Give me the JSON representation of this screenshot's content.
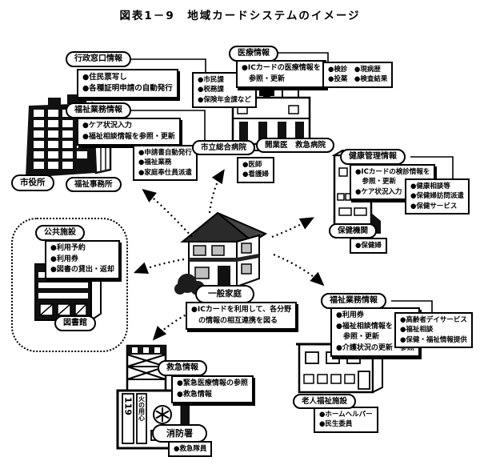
{
  "title": "図表1－9　地域カードシステムのイメージ",
  "center": {
    "label": "一般家庭",
    "note": [
      "●ICカードを利用して、各分野",
      "　の情報の相互連携を図る"
    ]
  },
  "admin": {
    "label": "行政窓口情報",
    "items": [
      "●住民票写し",
      "●各種証明申請の自動発行"
    ],
    "side_items": [
      "●市民課",
      "●税務課",
      "●保険年金課など"
    ]
  },
  "welfare_desk": {
    "label": "福祉業務情報",
    "items": [
      "●ケア状況入力",
      "●福祉相談情報を参照・更新"
    ],
    "side_items": [
      "●申請書自動発行",
      "●福祉業務",
      "●家庭奉仕員派遣"
    ],
    "facility_labels": [
      "市役所",
      "福祉事務所"
    ]
  },
  "medical": {
    "label": "医療情報",
    "items": [
      "●ICカードの医療情報を",
      "　参照・更新"
    ],
    "side_items": [
      "●検診　●現病歴",
      "●投薬　●検査結果"
    ],
    "facility_labels": [
      "市立総合病院",
      "開業医　救急病院"
    ],
    "staff_items": [
      "●医師",
      "●看護婦"
    ]
  },
  "health": {
    "label": "健康管理情報",
    "items": [
      "●ICカードの検診情報を",
      "　参照・更新",
      "●ケア状況入力"
    ],
    "side_items": [
      "●健康相談等",
      "●保健婦訪問派遣",
      "●保健サービス"
    ],
    "facility_label": "保健機関",
    "staff_items": [
      "●保健婦"
    ]
  },
  "welfare_service": {
    "label": "福祉業務情報",
    "items": [
      "●利用券",
      "●福祉相談情報を",
      "　参照・更新",
      "●介護状況の更新・参照"
    ],
    "side_items": [
      "●高齢者デイサービス",
      "●福祉相談",
      "●保健・福祉情報提供"
    ],
    "facility_label": "老人福祉施設",
    "staff_items": [
      "●ホームヘルパー",
      "●民生委員"
    ]
  },
  "emergency": {
    "label": "救急情報",
    "items": [
      "●緊急医療情報の参照",
      "●救急情報"
    ],
    "facility_label": "消防署",
    "staff_items": [
      "●救急隊員"
    ],
    "building_texts": {
      "number": "119",
      "slogan": "火の用心"
    }
  },
  "public": {
    "label": "公共施設",
    "items": [
      "●利用予約",
      "●利用券",
      "●図書の貸出・返却"
    ],
    "facility_label": "図書館"
  }
}
